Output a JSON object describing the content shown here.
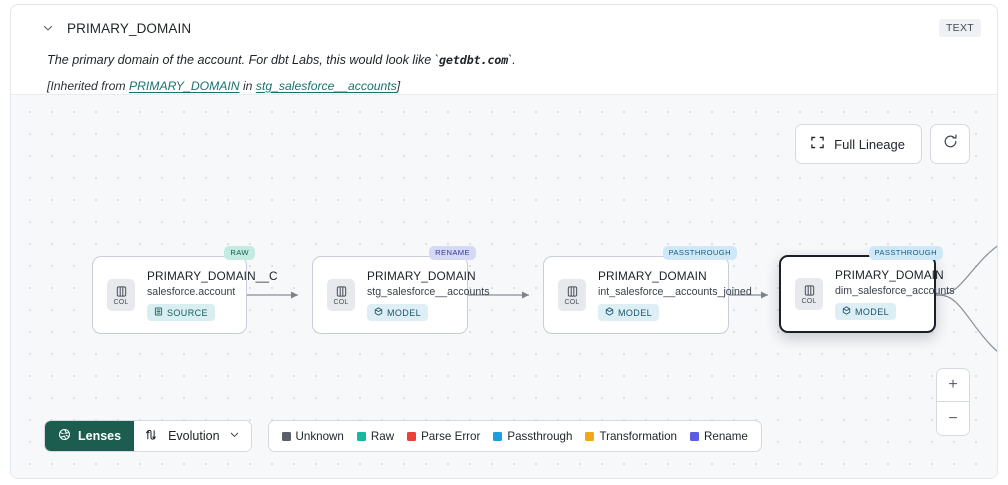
{
  "header": {
    "chevron_icon": "chevron-down-icon",
    "title": "PRIMARY_DOMAIN",
    "type_badge": "TEXT",
    "description_prefix": "The primary domain of the account. For dbt Labs, this would look like `",
    "description_code": "getdbt.com",
    "description_suffix": "`.",
    "inherited_open": "[Inherited from ",
    "inherited_column_link": "PRIMARY_DOMAIN",
    "inherited_mid": " in ",
    "inherited_table_link": "stg_salesforce__accounts",
    "inherited_close": "]"
  },
  "canvas_controls": {
    "full_lineage_label": "Full Lineage",
    "full_lineage_icon": "expand-corners-icon",
    "refresh_icon": "refresh-icon"
  },
  "zoom_controls": {
    "zoom_in_label": "+",
    "zoom_out_label": "−"
  },
  "graph": {
    "nodes": [
      {
        "tag": "RAW",
        "tag_class": "tag-raw",
        "icon_label": "COL",
        "icon_name": "column-icon",
        "column": "PRIMARY_DOMAIN__C",
        "table": "salesforce.account",
        "kind": "SOURCE",
        "kind_icon": "source-database-icon",
        "selected": false
      },
      {
        "tag": "RENAME",
        "tag_class": "tag-rename",
        "icon_label": "COL",
        "icon_name": "column-icon",
        "column": "PRIMARY_DOMAIN",
        "table": "stg_salesforce__accounts",
        "kind": "MODEL",
        "kind_icon": "model-cube-icon",
        "selected": false
      },
      {
        "tag": "PASSTHROUGH",
        "tag_class": "tag-passthrough",
        "icon_label": "COL",
        "icon_name": "column-icon",
        "column": "PRIMARY_DOMAIN",
        "table": "int_salesforce__accounts_joined",
        "kind": "MODEL",
        "kind_icon": "model-cube-icon",
        "selected": false
      },
      {
        "tag": "PASSTHROUGH",
        "tag_class": "tag-passthrough",
        "icon_label": "COL",
        "icon_name": "column-icon",
        "column": "PRIMARY_DOMAIN",
        "table": "dim_salesforce_accounts",
        "kind": "MODEL",
        "kind_icon": "model-cube-icon",
        "selected": true
      }
    ]
  },
  "toolbar": {
    "lenses_label": "Lenses",
    "lenses_icon": "aperture-icon",
    "evolution_label": "Evolution",
    "evolution_icon": "evolution-flow-icon",
    "evolution_chevron": "chevron-down-icon",
    "legend": [
      {
        "label": "Unknown",
        "color": "#5b6068"
      },
      {
        "label": "Raw",
        "color": "#16b79d"
      },
      {
        "label": "Parse Error",
        "color": "#e8403a"
      },
      {
        "label": "Passthrough",
        "color": "#1c9fe0"
      },
      {
        "label": "Transformation",
        "color": "#f0a819"
      },
      {
        "label": "Rename",
        "color": "#5b5ce2"
      }
    ]
  }
}
